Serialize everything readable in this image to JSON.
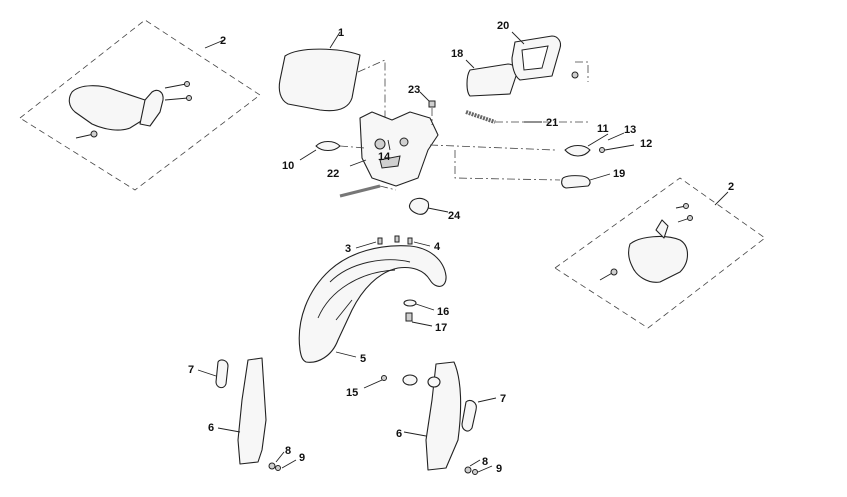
{
  "callouts": [
    "1",
    "2",
    "2",
    "3",
    "4",
    "5",
    "6",
    "6",
    "7",
    "7",
    "8",
    "8",
    "9",
    "9",
    "10",
    "11",
    "12",
    "13",
    "14",
    "15",
    "16",
    "17",
    "18",
    "19",
    "20",
    "21",
    "22",
    "23",
    "24"
  ]
}
